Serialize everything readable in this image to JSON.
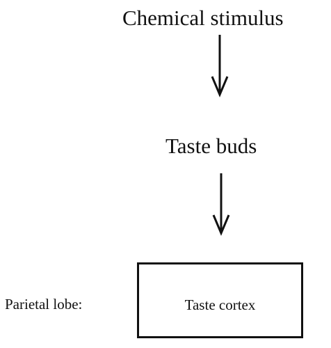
{
  "diagram": {
    "nodes": {
      "stimulus": "Chemical stimulus",
      "buds": "Taste buds",
      "cortex": "Taste cortex"
    },
    "side_label": "Parietal lobe:",
    "edges": [
      {
        "from": "Chemical stimulus",
        "to": "Taste buds"
      },
      {
        "from": "Taste buds",
        "to": "Taste cortex"
      }
    ]
  }
}
